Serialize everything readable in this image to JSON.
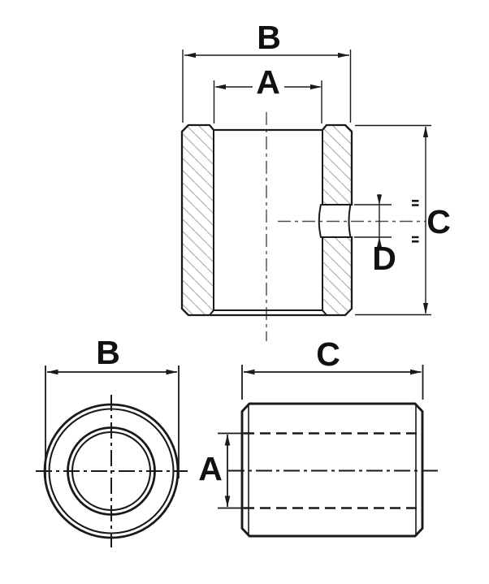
{
  "drawing": {
    "labels": {
      "section_outer_width": "B",
      "section_inner_width": "A",
      "section_height": "C",
      "section_hole_diameter": "D",
      "front_outer_diameter": "B",
      "side_length": "C",
      "side_bore_diameter": "A"
    },
    "colors": {
      "line": "#1a1a1a",
      "hatch": "#b0b0b0",
      "background": "#ffffff"
    }
  }
}
